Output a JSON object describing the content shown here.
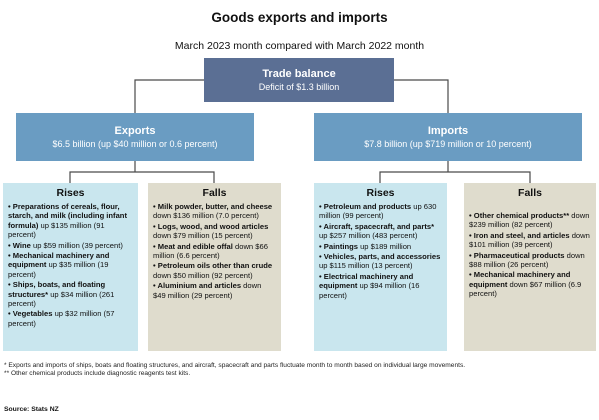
{
  "title": "Goods exports and imports",
  "subtitle": "March 2023 month compared with March 2022 month",
  "trade_balance": {
    "heading": "Trade balance",
    "detail": "Deficit of $1.3 billion"
  },
  "exports": {
    "heading": "Exports",
    "detail": "$6.5 billion (up $40 million or 0.6 percent)",
    "rises": {
      "heading": "Rises",
      "items": [
        {
          "bold": "Preparations of cereals, flour, starch, and milk (including infant formula)",
          "rest": " up $135 million (91 percent)"
        },
        {
          "bold": "Wine",
          "rest": " up $59 million (39 percent)"
        },
        {
          "bold": "Mechanical machinery and equipment",
          "rest": " up $35 million (19 percent)"
        },
        {
          "bold": "Ships, boats, and floating structures*",
          "rest": " up $34 million (261 percent)"
        },
        {
          "bold": "Vegetables",
          "rest": " up $32 million (57 percent)"
        }
      ]
    },
    "falls": {
      "heading": "Falls",
      "items": [
        {
          "bold": "Milk powder, butter, and cheese",
          "rest": " down $136 million (7.0 percent)"
        },
        {
          "bold": "Logs, wood, and wood articles",
          "rest": " down $79 million (15 percent)"
        },
        {
          "bold": "Meat and edible offal",
          "rest": " down $66 million (6.6 percent)"
        },
        {
          "bold": "Petroleum oils other than crude",
          "rest": " down $50 million (92 percent)"
        },
        {
          "bold": "Aluminium and articles",
          "rest": " down $49 million (29 percent)"
        }
      ]
    }
  },
  "imports": {
    "heading": "Imports",
    "detail": "$7.8 billion (up $719 million or 10 percent)",
    "rises": {
      "heading": "Rises",
      "items": [
        {
          "bold": "Petroleum and products",
          "rest": " up 630 million (99 percent)"
        },
        {
          "bold": "Aircraft, spacecraft, and parts*",
          "rest": " up $257 million (483 percent)"
        },
        {
          "bold": "Paintings",
          "rest": " up $189 million"
        },
        {
          "bold": "Vehicles, parts, and accessories",
          "rest": " up $115 million (13 percent)"
        },
        {
          "bold": "Electrical machinery and equipment",
          "rest": " up $94 million (16 percent)"
        }
      ]
    },
    "falls": {
      "heading": "Falls",
      "items": [
        {
          "bold": "Other chemical products**",
          "rest": " down $239 million (82 percent)"
        },
        {
          "bold": "Iron and steel, and articles",
          "rest": " down $101 million (39 percent)"
        },
        {
          "bold": "Pharmaceutical products",
          "rest": " down $88 million (26 percent)"
        },
        {
          "bold": "Mechanical machinery and equipment",
          "rest": " down $67 million (6.9 percent)"
        }
      ]
    }
  },
  "notes": [
    "*  Exports and imports of ships, boats and floating structures, and aircraft, spacecraft and parts fluctuate month to month based on individual large movements.",
    "** Other chemical products include diagnostic reagents test kits."
  ],
  "source": "Source: Stats NZ",
  "colors": {
    "trade_box": "#5b6f94",
    "flow_box": "#6a9cc2",
    "rises_box": "#c9e6ee",
    "falls_box": "#dfdccd",
    "connector": "#4a4a4a"
  }
}
